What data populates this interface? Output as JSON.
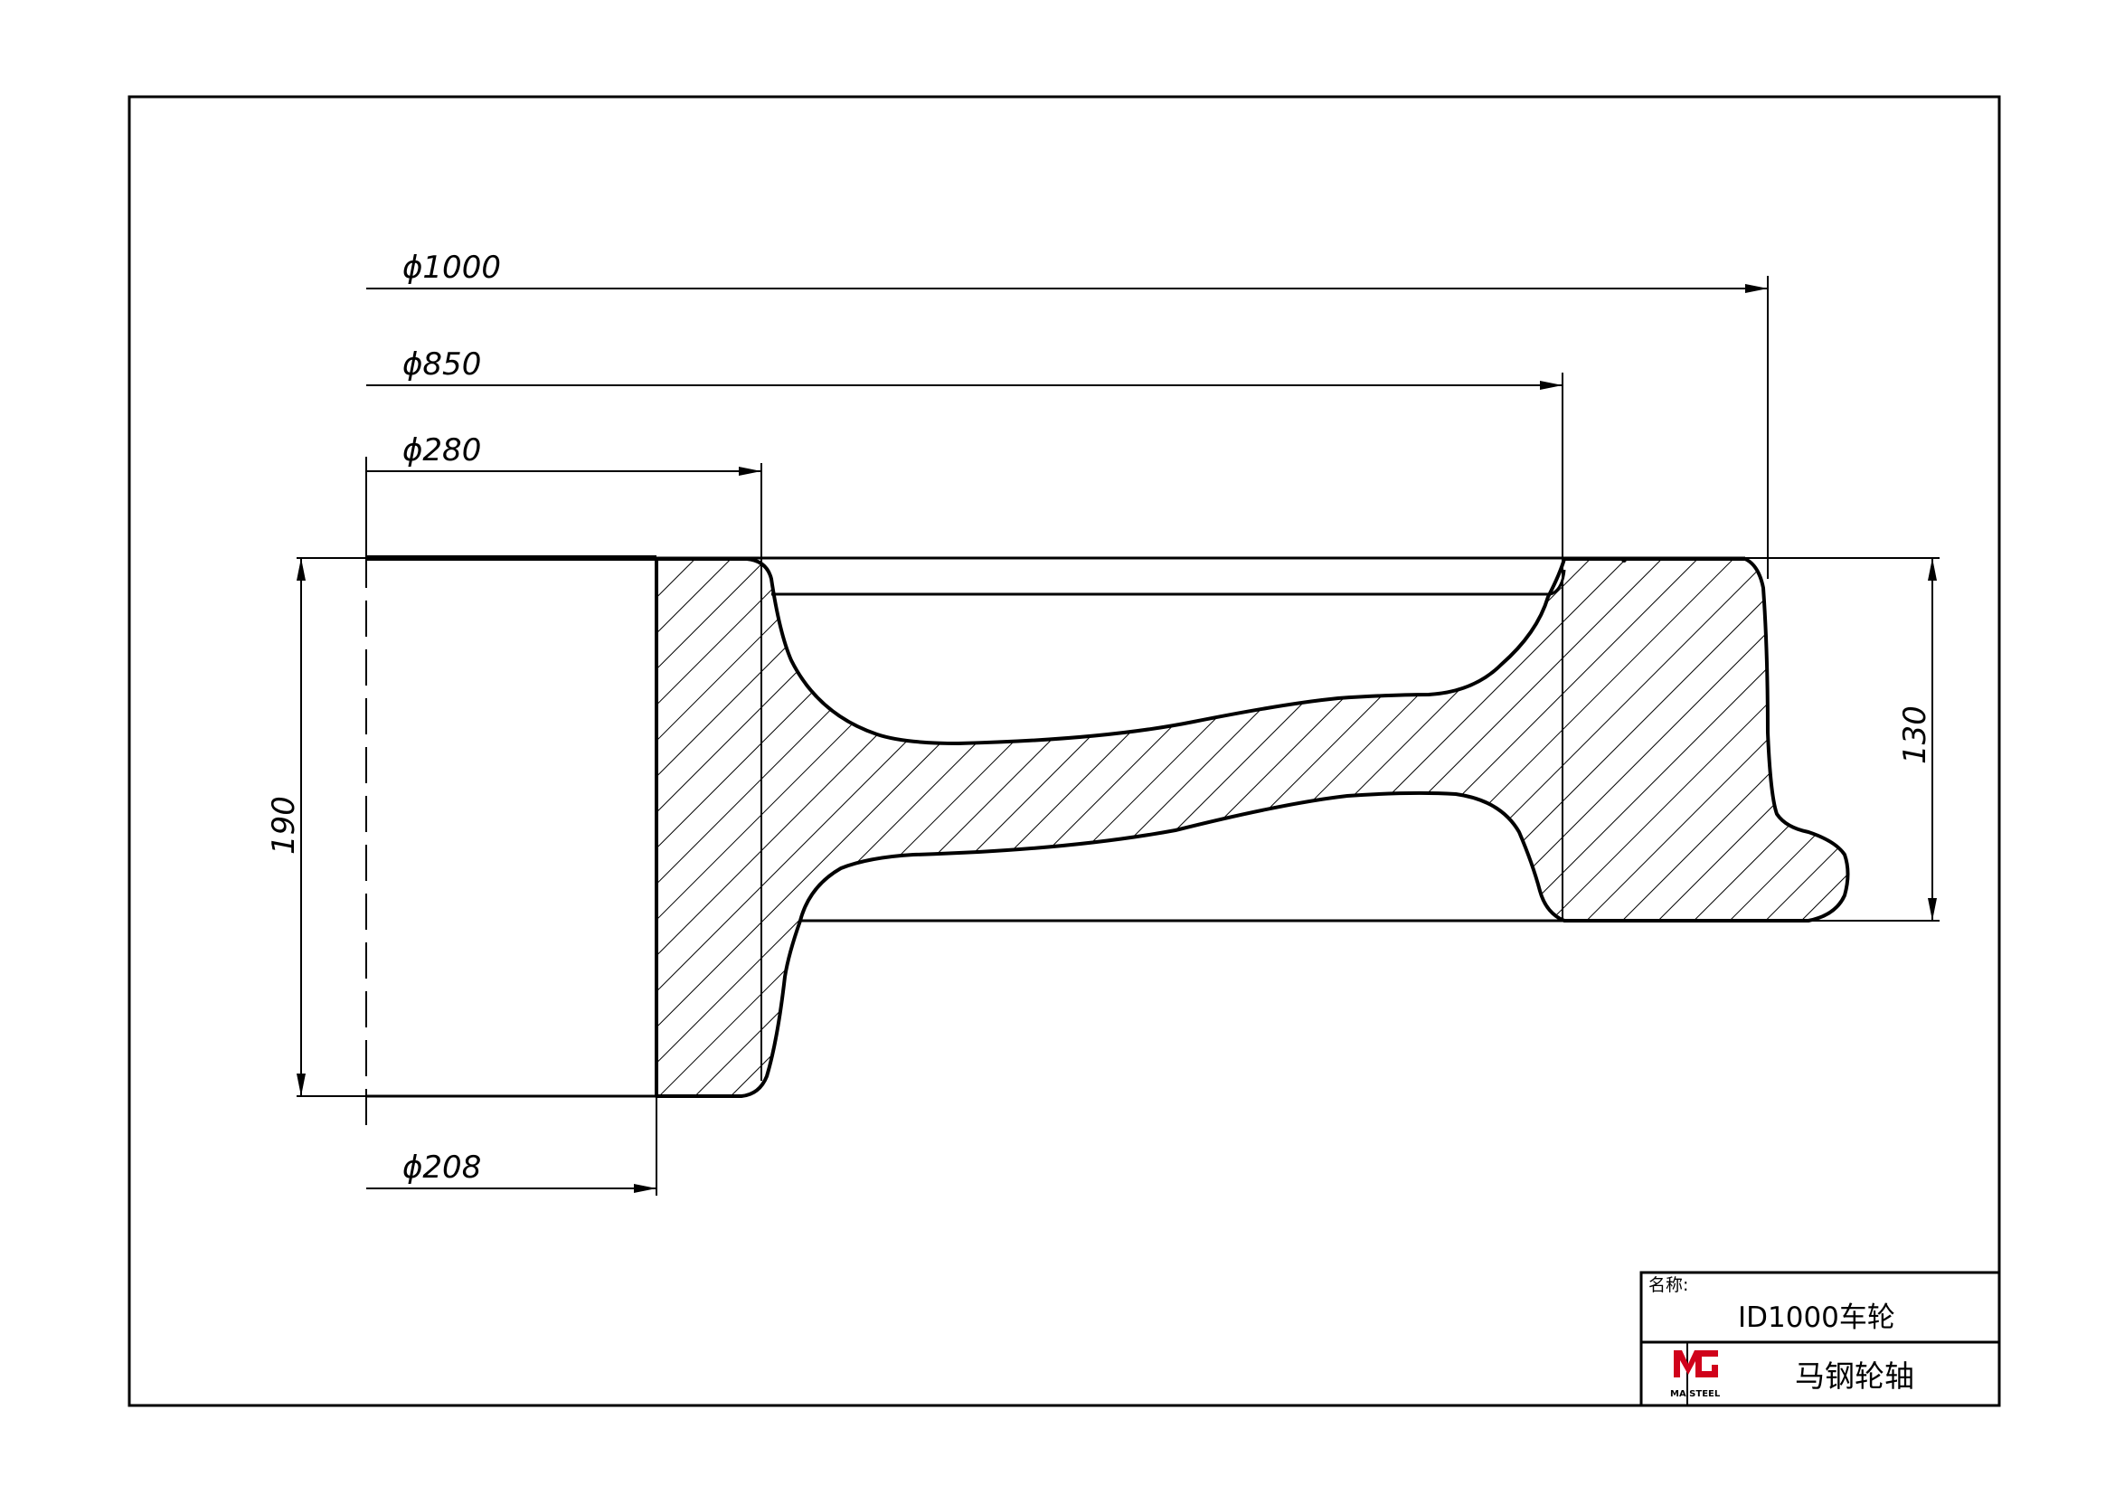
{
  "dimensions": {
    "outer_diameter": "ϕ1000",
    "tread_diameter": "ϕ850",
    "hub_outer_diameter": "ϕ280",
    "bore_diameter": "ϕ208",
    "hub_length": "190",
    "rim_width": "130"
  },
  "title_block": {
    "name_label": "名称:",
    "part_name": "ID1000车轮",
    "company": "马钢轮轴",
    "logo_text": "MA STEEL",
    "logo_color": "#d0021b"
  }
}
